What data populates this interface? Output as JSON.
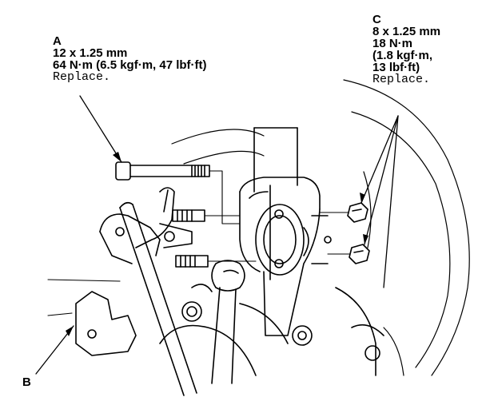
{
  "callouts": {
    "a": {
      "letter": "A",
      "size": "12 x 1.25 mm",
      "torque": "64 N·m (6.5 kgf·m, 47 lbf·ft)",
      "note": "Replace."
    },
    "b": {
      "letter": "B"
    },
    "c": {
      "letter": "C",
      "size": "8 x 1.25 mm",
      "torque_line1": "18 N·m",
      "torque_line2": "(1.8 kgf·m,",
      "torque_line3": "13 lbf·ft)",
      "note": "Replace."
    }
  }
}
